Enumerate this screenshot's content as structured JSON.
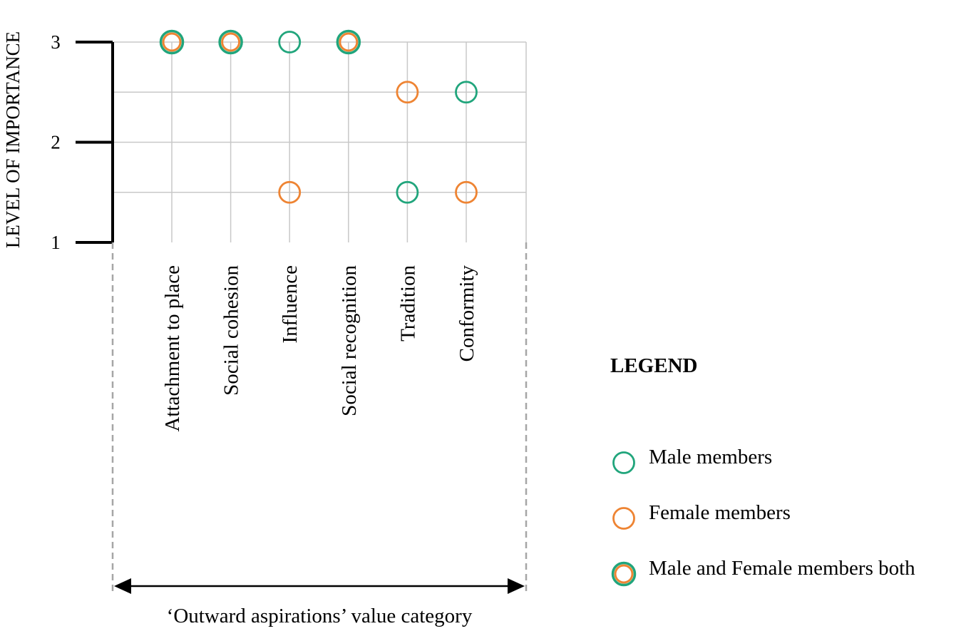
{
  "chart_data": {
    "type": "scatter",
    "ylabel": "LEVEL OF IMPORTANCE",
    "xlabel": "‘Outward aspirations’ value category",
    "ylim": [
      1,
      3
    ],
    "yticks": [
      "1",
      "2",
      "3"
    ],
    "grid": true,
    "categories": [
      "Attachment to place",
      "Social cohesion",
      "Influence",
      "Social recognition",
      "Tradition",
      "Conformity"
    ],
    "series": [
      {
        "name": "Male members",
        "color": "#21a57c",
        "values": [
          null,
          null,
          3,
          null,
          1.5,
          2.5
        ]
      },
      {
        "name": "Female members",
        "color": "#ee8433",
        "values": [
          null,
          null,
          1.5,
          null,
          2.5,
          1.5
        ]
      },
      {
        "name": "Male and Female members both",
        "color": "#ee8433",
        "ring_color": "#21a57c",
        "values": [
          3,
          3,
          null,
          3,
          null,
          null
        ]
      }
    ],
    "legend": {
      "title": "LEGEND",
      "placement": "bottom-right"
    }
  }
}
